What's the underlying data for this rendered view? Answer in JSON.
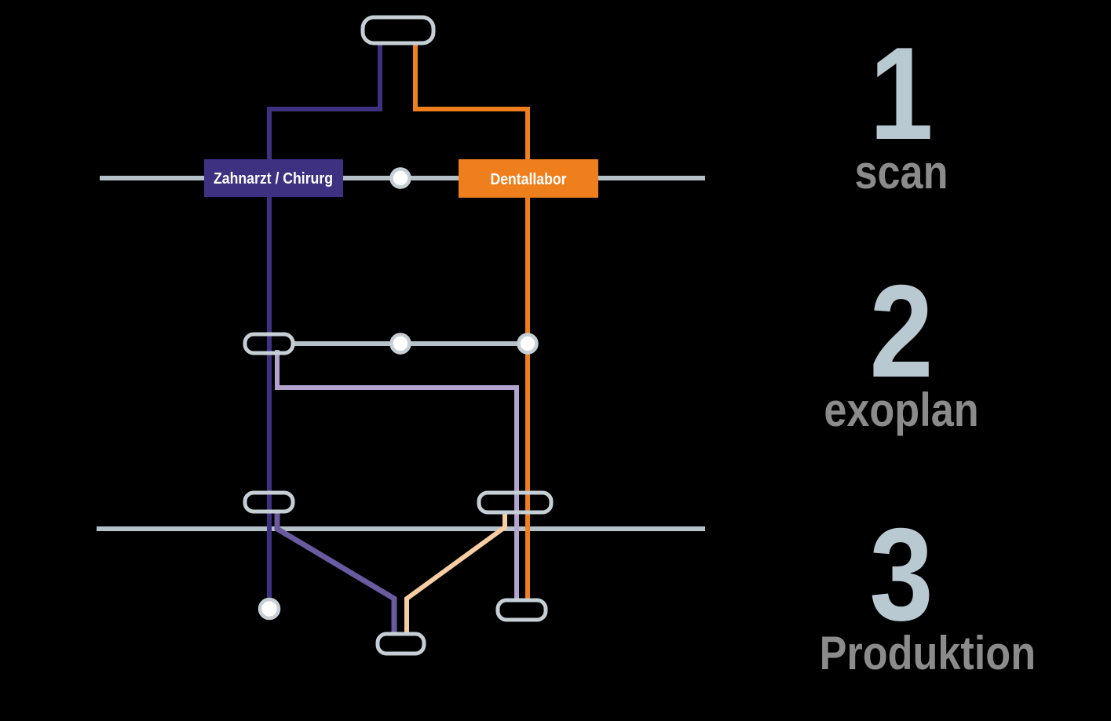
{
  "boxes": {
    "dentist_label": "Zahnarzt / Chirurg",
    "lab_label": "Dentallabor"
  },
  "steps": [
    {
      "number": "1",
      "label": "scan"
    },
    {
      "number": "2",
      "label": "exoplan"
    },
    {
      "number": "3",
      "label": "Produktion"
    }
  ],
  "colors": {
    "background": "#000000",
    "navy": "#3e3181",
    "orange": "#ee7f1c",
    "purple_medium": "#6a5a9f",
    "lavender": "#b2a4ce",
    "peach": "#f8cda4",
    "line_gray": "#b5c1c9",
    "node_stroke": "#c5cfd5",
    "number_blue_gray": "#b9c9d1",
    "label_gray": "#8b8b8b",
    "box_text": "#ffffff"
  }
}
